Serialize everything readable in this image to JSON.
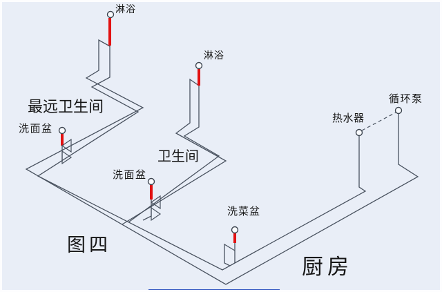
{
  "figure": {
    "caption": "图四",
    "area_labels": {
      "farthest_bathroom": "最远卫生间",
      "bathroom": "卫生间",
      "kitchen": "厨房"
    },
    "fixture_labels": {
      "shower1": "淋浴",
      "shower2": "淋浴",
      "washbasin1": "洗面盆",
      "washbasin2": "洗面盆",
      "sink": "洗菜盆",
      "heater": "热水器",
      "pump": "循环泵"
    }
  },
  "colors": {
    "pipe": "#49525f",
    "hot_riser": "#e21212",
    "background": "#e9eef7",
    "bottom_accent": "#3b5ec4"
  }
}
